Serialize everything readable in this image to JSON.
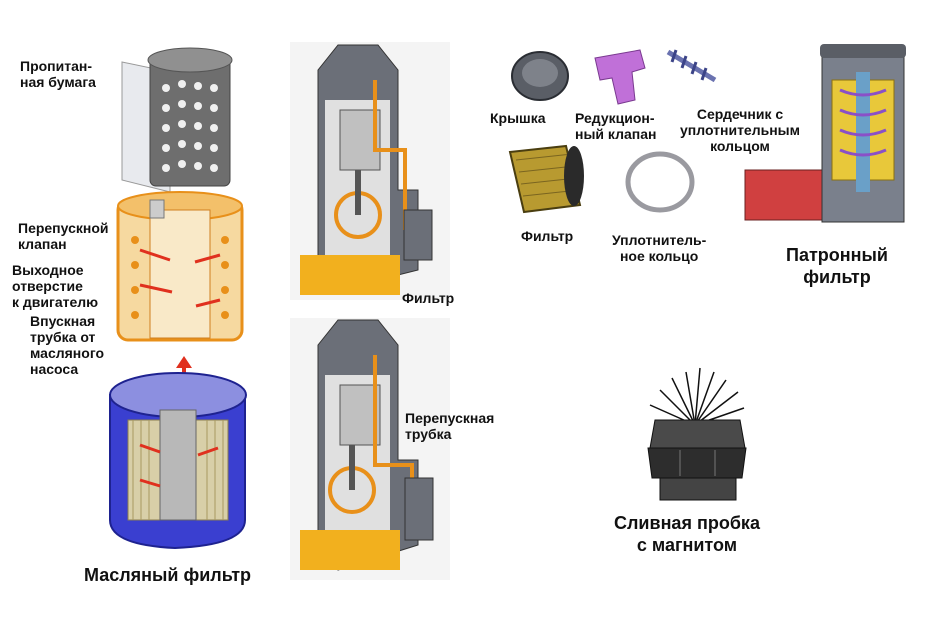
{
  "labels": {
    "impregnated_paper": "Пропитан-\nная бумага",
    "bypass_valve": "Перепускной\nклапан",
    "outlet_to_engine": "Выходное\nотверстие\nк двигателю",
    "inlet_tube_from_pump": "Впускная\nтрубка от\nмасляного\nнасоса",
    "oil_filter_caption": "Масляный фильтр",
    "filter_top_engine": "Фильтр",
    "bypass_tube": "Перепускная\nтрубка",
    "cap": "Крышка",
    "pressure_relief_valve": "Редукцион-\nный клапан",
    "core_with_ring": "Сердечник с\nуплотнительным\nкольцом",
    "cartridge_filter_element": "Фильтр",
    "sealing_ring": "Уплотнитель-\nное кольцо",
    "cartridge_filter_caption": "Патронный\nфильтр",
    "drain_plug_caption": "Сливная пробка\nс магнитом"
  },
  "colors": {
    "orange": "#e8901a",
    "oil_yellow": "#f2b01e",
    "blue_canister": "#3a3fd0",
    "grey_part": "#6b6f78",
    "purple_part": "#c070d8",
    "red_flow": "#e0301e"
  }
}
